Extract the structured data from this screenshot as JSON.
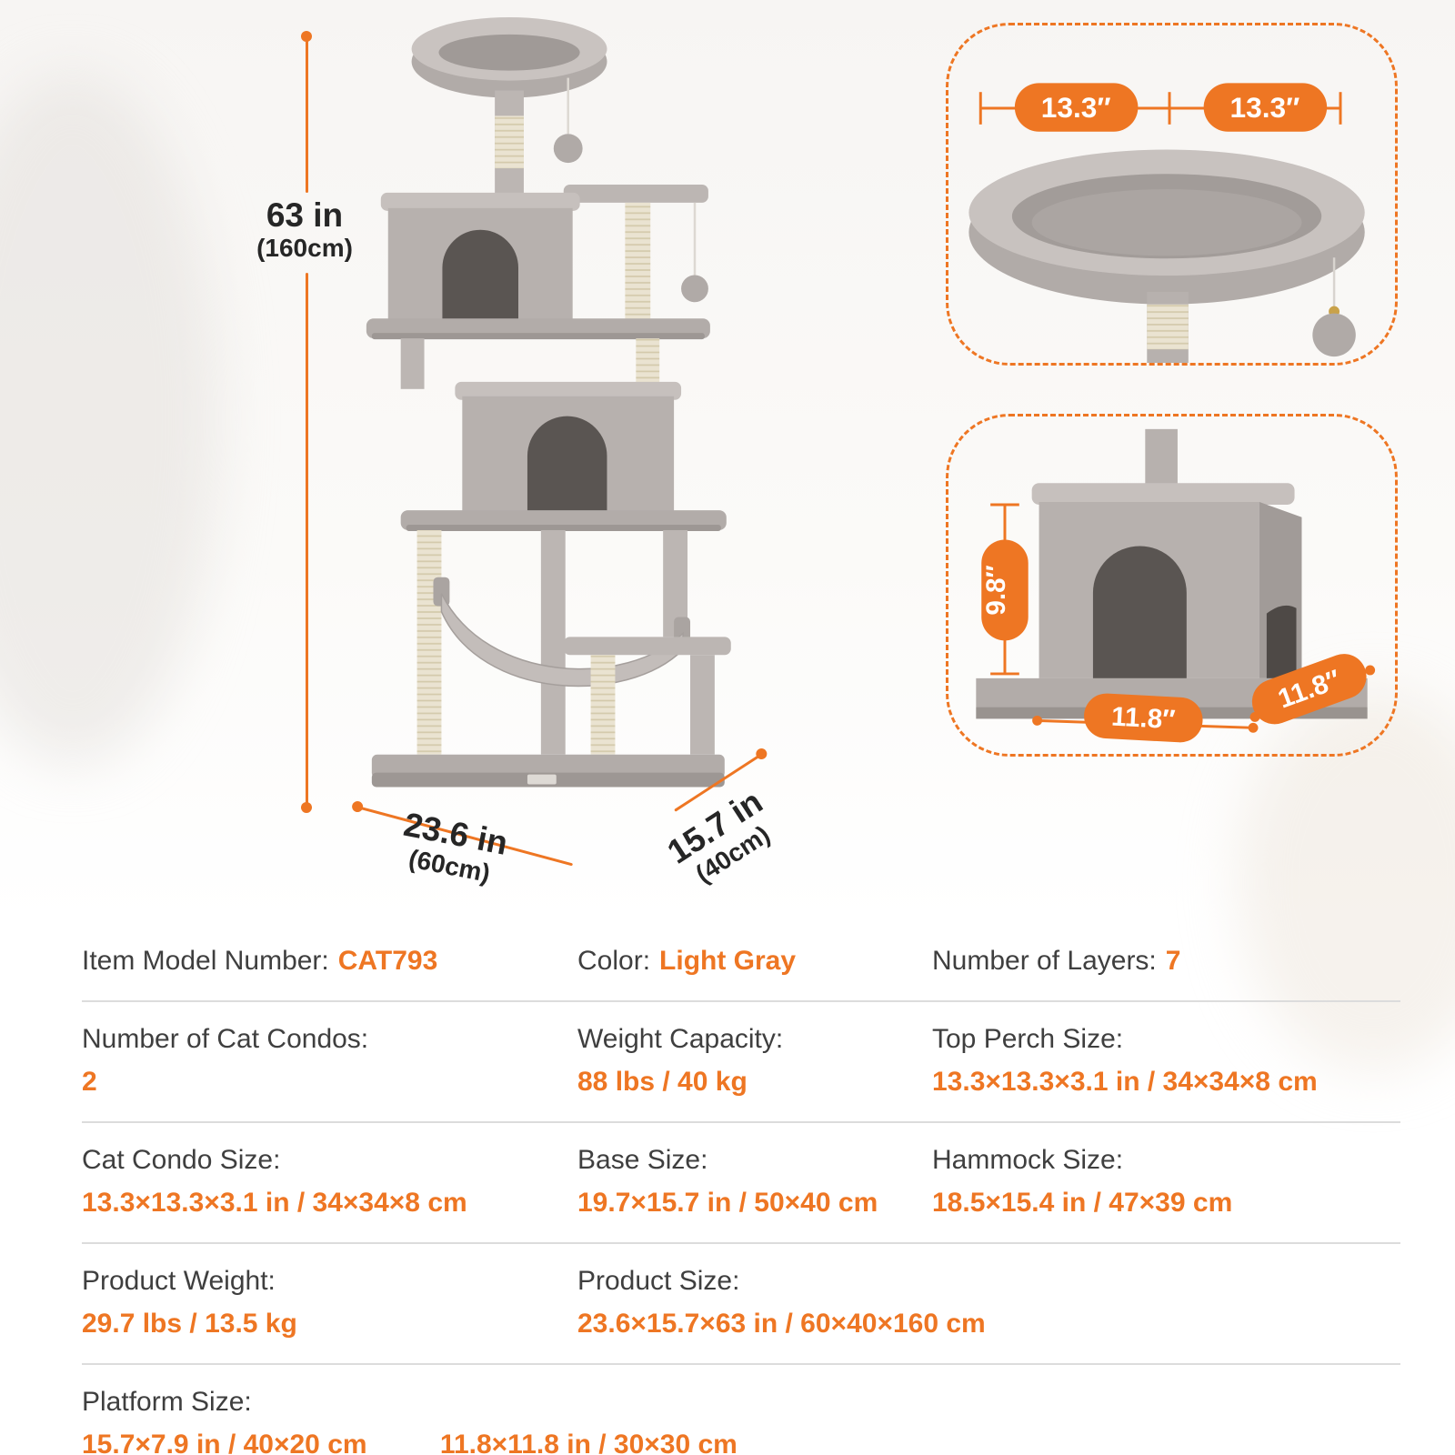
{
  "accent": "#ee7623",
  "dimensions": {
    "height": "63 in",
    "height_metric": "(160cm)",
    "width": "23.6 in",
    "width_metric": "(60cm)",
    "depth": "15.7 in",
    "depth_metric": "(40cm)"
  },
  "detail_top_perch": {
    "left_badge": "13.3″",
    "right_badge": "13.3″"
  },
  "detail_condo": {
    "height_badge": "9.8″",
    "front_badge": "11.8″",
    "side_badge": "11.8″"
  },
  "specs": {
    "model": {
      "label": "Item Model Number:",
      "value": "CAT793"
    },
    "color": {
      "label": "Color:",
      "value": "Light Gray"
    },
    "layers": {
      "label": "Number of Layers:",
      "value": "7"
    },
    "condos": {
      "label": "Number of Cat Condos:",
      "value": "2"
    },
    "capacity": {
      "label": "Weight Capacity:",
      "value": "88 lbs / 40 kg"
    },
    "top_perch": {
      "label": "Top Perch Size:",
      "value": "13.3×13.3×3.1 in / 34×34×8 cm"
    },
    "condo_size": {
      "label": "Cat Condo Size:",
      "value": "13.3×13.3×3.1 in / 34×34×8 cm"
    },
    "base_size": {
      "label": "Base Size:",
      "value": "19.7×15.7 in / 50×40 cm"
    },
    "hammock_size": {
      "label": "Hammock Size:",
      "value": "18.5×15.4 in / 47×39 cm"
    },
    "product_weight": {
      "label": "Product Weight:",
      "value": "29.7 lbs / 13.5 kg"
    },
    "product_size": {
      "label": "Product Size:",
      "value": "23.6×15.7×63 in / 60×40×160 cm"
    },
    "platform_size": {
      "label": "Platform Size:",
      "value1": "15.7×7.9 in / 40×20 cm",
      "value2": "11.8×11.8 in / 30×30 cm"
    }
  }
}
